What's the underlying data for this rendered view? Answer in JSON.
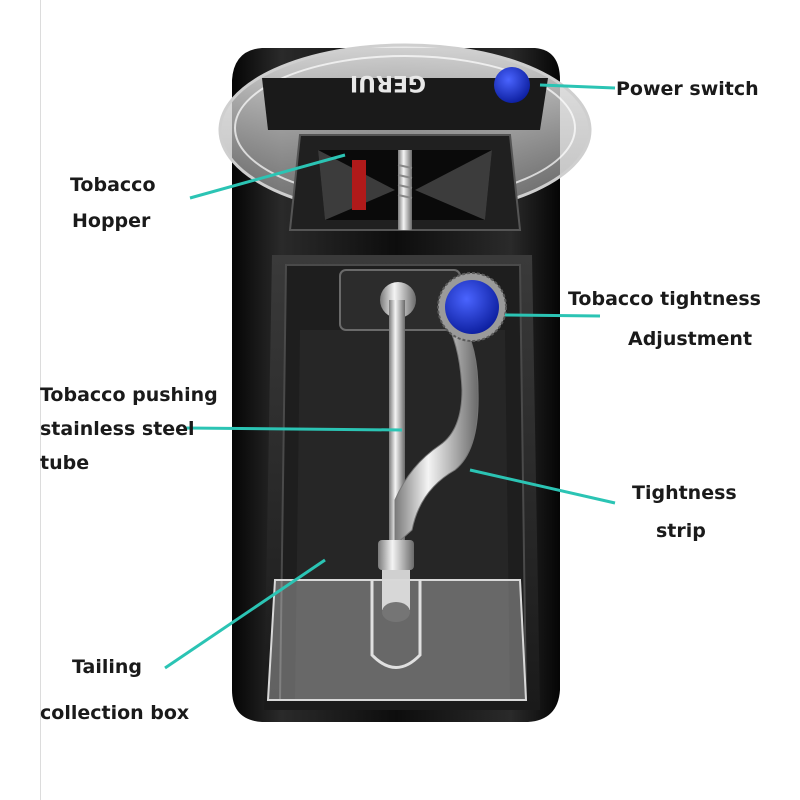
{
  "device": {
    "brand_logo_text": "GERUI"
  },
  "colors": {
    "leader_line": "#2bc4b4",
    "device_body": "#111111",
    "knob_blue": "#1530c8",
    "chrome": "#c8c8c8"
  },
  "labels": {
    "power_switch": "Power switch",
    "hopper_line1": "Tobacco",
    "hopper_line2": "Hopper",
    "tightness_adj_line1": "Tobacco tightness",
    "tightness_adj_line2": "Adjustment",
    "tube_line1": "Tobacco pushing",
    "tube_line2": "stainless steel",
    "tube_line3": "tube",
    "strip_line1": "Tightness",
    "strip_line2": "strip",
    "tailing_line1": "Tailing",
    "tailing_line2": "collection box"
  }
}
